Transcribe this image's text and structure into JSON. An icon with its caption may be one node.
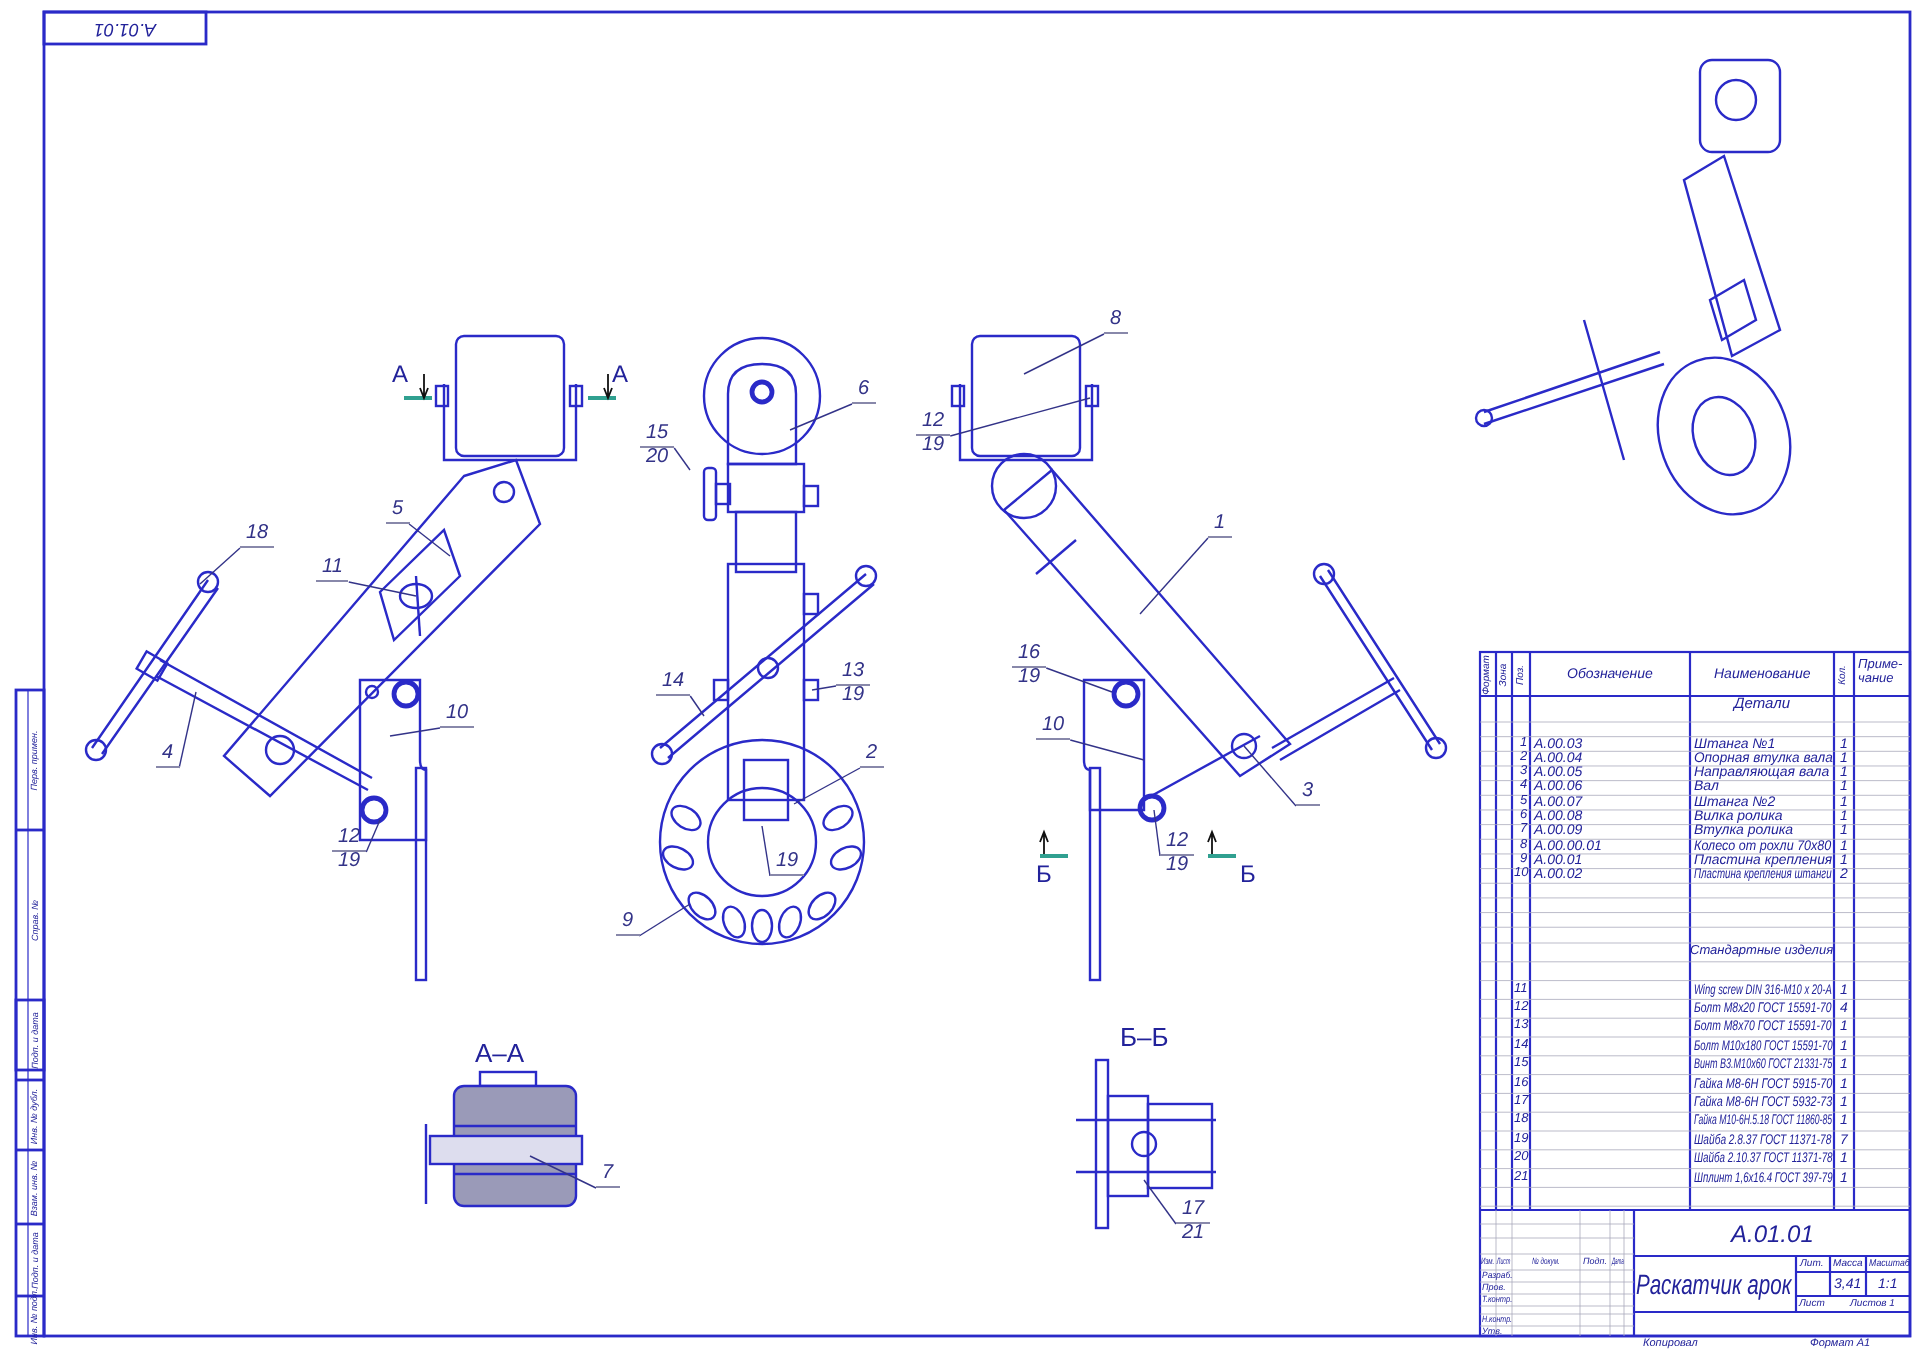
{
  "diagram": {
    "nodes": [
      {
        "text": [
          "18"
        ]
      },
      {
        "text": [
          "11"
        ]
      },
      {
        "text": [
          "5"
        ]
      },
      {
        "text": [
          "4"
        ]
      },
      {
        "text": [
          "10"
        ]
      },
      {
        "text": [
          "12",
          "19"
        ]
      },
      {
        "text": [
          "6"
        ]
      },
      {
        "text": [
          "15",
          "20"
        ]
      },
      {
        "text": [
          "14"
        ]
      },
      {
        "text": [
          "13",
          "19"
        ]
      },
      {
        "text": [
          "2"
        ]
      },
      {
        "text": [
          "19"
        ]
      },
      {
        "text": [
          "9"
        ]
      },
      {
        "text": [
          "8"
        ]
      },
      {
        "text": [
          "12",
          "19"
        ]
      },
      {
        "text": [
          "1"
        ]
      },
      {
        "text": [
          "16",
          "19"
        ]
      },
      {
        "text": [
          "10"
        ]
      },
      {
        "text": [
          "3"
        ]
      },
      {
        "text": [
          "12",
          "19"
        ]
      },
      {
        "text": [
          "7"
        ]
      },
      {
        "text": [
          "17",
          "21"
        ]
      }
    ],
    "edges": [
      {
        "from": 0,
        "to": null,
        "arrow": "none"
      },
      {
        "from": 1,
        "to": null,
        "arrow": "none"
      },
      {
        "from": 2,
        "to": null,
        "arrow": "none"
      },
      {
        "from": 3,
        "to": null,
        "arrow": "none"
      },
      {
        "from": 4,
        "to": null,
        "arrow": "none"
      },
      {
        "from": 5,
        "to": null,
        "arrow": "none"
      },
      {
        "from": 6,
        "to": null,
        "arrow": "none"
      },
      {
        "from": 7,
        "to": null,
        "arrow": "none"
      },
      {
        "from": 8,
        "to": null,
        "arrow": "none"
      },
      {
        "from": 9,
        "to": null,
        "arrow": "none"
      },
      {
        "from": 10,
        "to": null,
        "arrow": "none"
      },
      {
        "from": 11,
        "to": null,
        "arrow": "none"
      },
      {
        "from": 12,
        "to": null,
        "arrow": "none"
      },
      {
        "from": 13,
        "to": null,
        "arrow": "none"
      },
      {
        "from": 14,
        "to": null,
        "arrow": "none"
      },
      {
        "from": 15,
        "to": null,
        "arrow": "none"
      },
      {
        "from": 16,
        "to": null,
        "arrow": "none"
      },
      {
        "from": 17,
        "to": null,
        "arrow": "none"
      },
      {
        "from": 18,
        "to": null,
        "arrow": "none"
      },
      {
        "from": 19,
        "to": null,
        "arrow": "none"
      },
      {
        "from": 20,
        "to": null,
        "arrow": "none"
      },
      {
        "from": 21,
        "to": null,
        "arrow": "none"
      }
    ],
    "labels": [
      "A.01.01",
      "А",
      "А",
      "Б",
      "Б",
      "А–А",
      "Б–Б",
      "Формат",
      "Зона",
      "Поз.",
      "Обозначение",
      "Наименование",
      "Кол.",
      "Приме- чание",
      "Детали",
      "1",
      "A.00.03",
      "Штанга №1",
      "1",
      "2",
      "A.00.04",
      "Опорная втулка вала",
      "1",
      "3",
      "A.00.05",
      "Направляющая вала",
      "1",
      "4",
      "A.00.06",
      "Вал",
      "1",
      "5",
      "A.00.07",
      "Штанга №2",
      "1",
      "6",
      "A.00.08",
      "Вилка ролика",
      "1",
      "7",
      "A.00.09",
      "Втулка ролика",
      "1",
      "8",
      "A.00.00.01",
      "Колесо от рохли 70х80",
      "1",
      "9",
      "A.00.01",
      "Пластина крепления",
      "1",
      "10",
      "A.00.02",
      "Пластина крепления штанги",
      "2",
      "Стандартные изделия",
      "11",
      "Wing screw DIN 316-M10 x 20-A",
      "1",
      "12",
      "Болт М8х20 ГОСТ 15591-70",
      "4",
      "13",
      "Болт М8х70 ГОСТ 15591-70",
      "1",
      "14",
      "Болт М10х180 ГОСТ 15591-70",
      "1",
      "15",
      "Винт В3.М10х60 ГОСТ 21331-75",
      "1",
      "16",
      "Гайка М8-6Н ГОСТ 5915-70",
      "1",
      "17",
      "Гайка М8-6Н ГОСТ 5932-73",
      "1",
      "18",
      "Гайка М10-6Н.5.18 ГОСТ 11860-85",
      "1",
      "19",
      "Шайба 2.8.37 ГОСТ 11371-78",
      "7",
      "20",
      "Шайба 2.10.37 ГОСТ 11371-78",
      "1",
      "21",
      "Шплинт 1,6х16.4 ГОСТ 397-79",
      "1",
      "A.01.01",
      "Изм.",
      "Лист",
      "№ докум.",
      "Подп.",
      "Дата",
      "Разраб.",
      "Пров.",
      "Т.контр.",
      "Н.контр.",
      "Утв.",
      "Раскатчик арок",
      "Лит.",
      "Масса",
      "Масштаб",
      "3,41",
      "1:1",
      "Лист",
      "Листов 1",
      "Копировал",
      "Формат A1",
      "Перв. примен.",
      "Справ. №",
      "Подп. и дата",
      "Инв. № дубл.",
      "Взам. инв. №",
      "Подп. и дата",
      "Инв. № подл."
    ]
  }
}
